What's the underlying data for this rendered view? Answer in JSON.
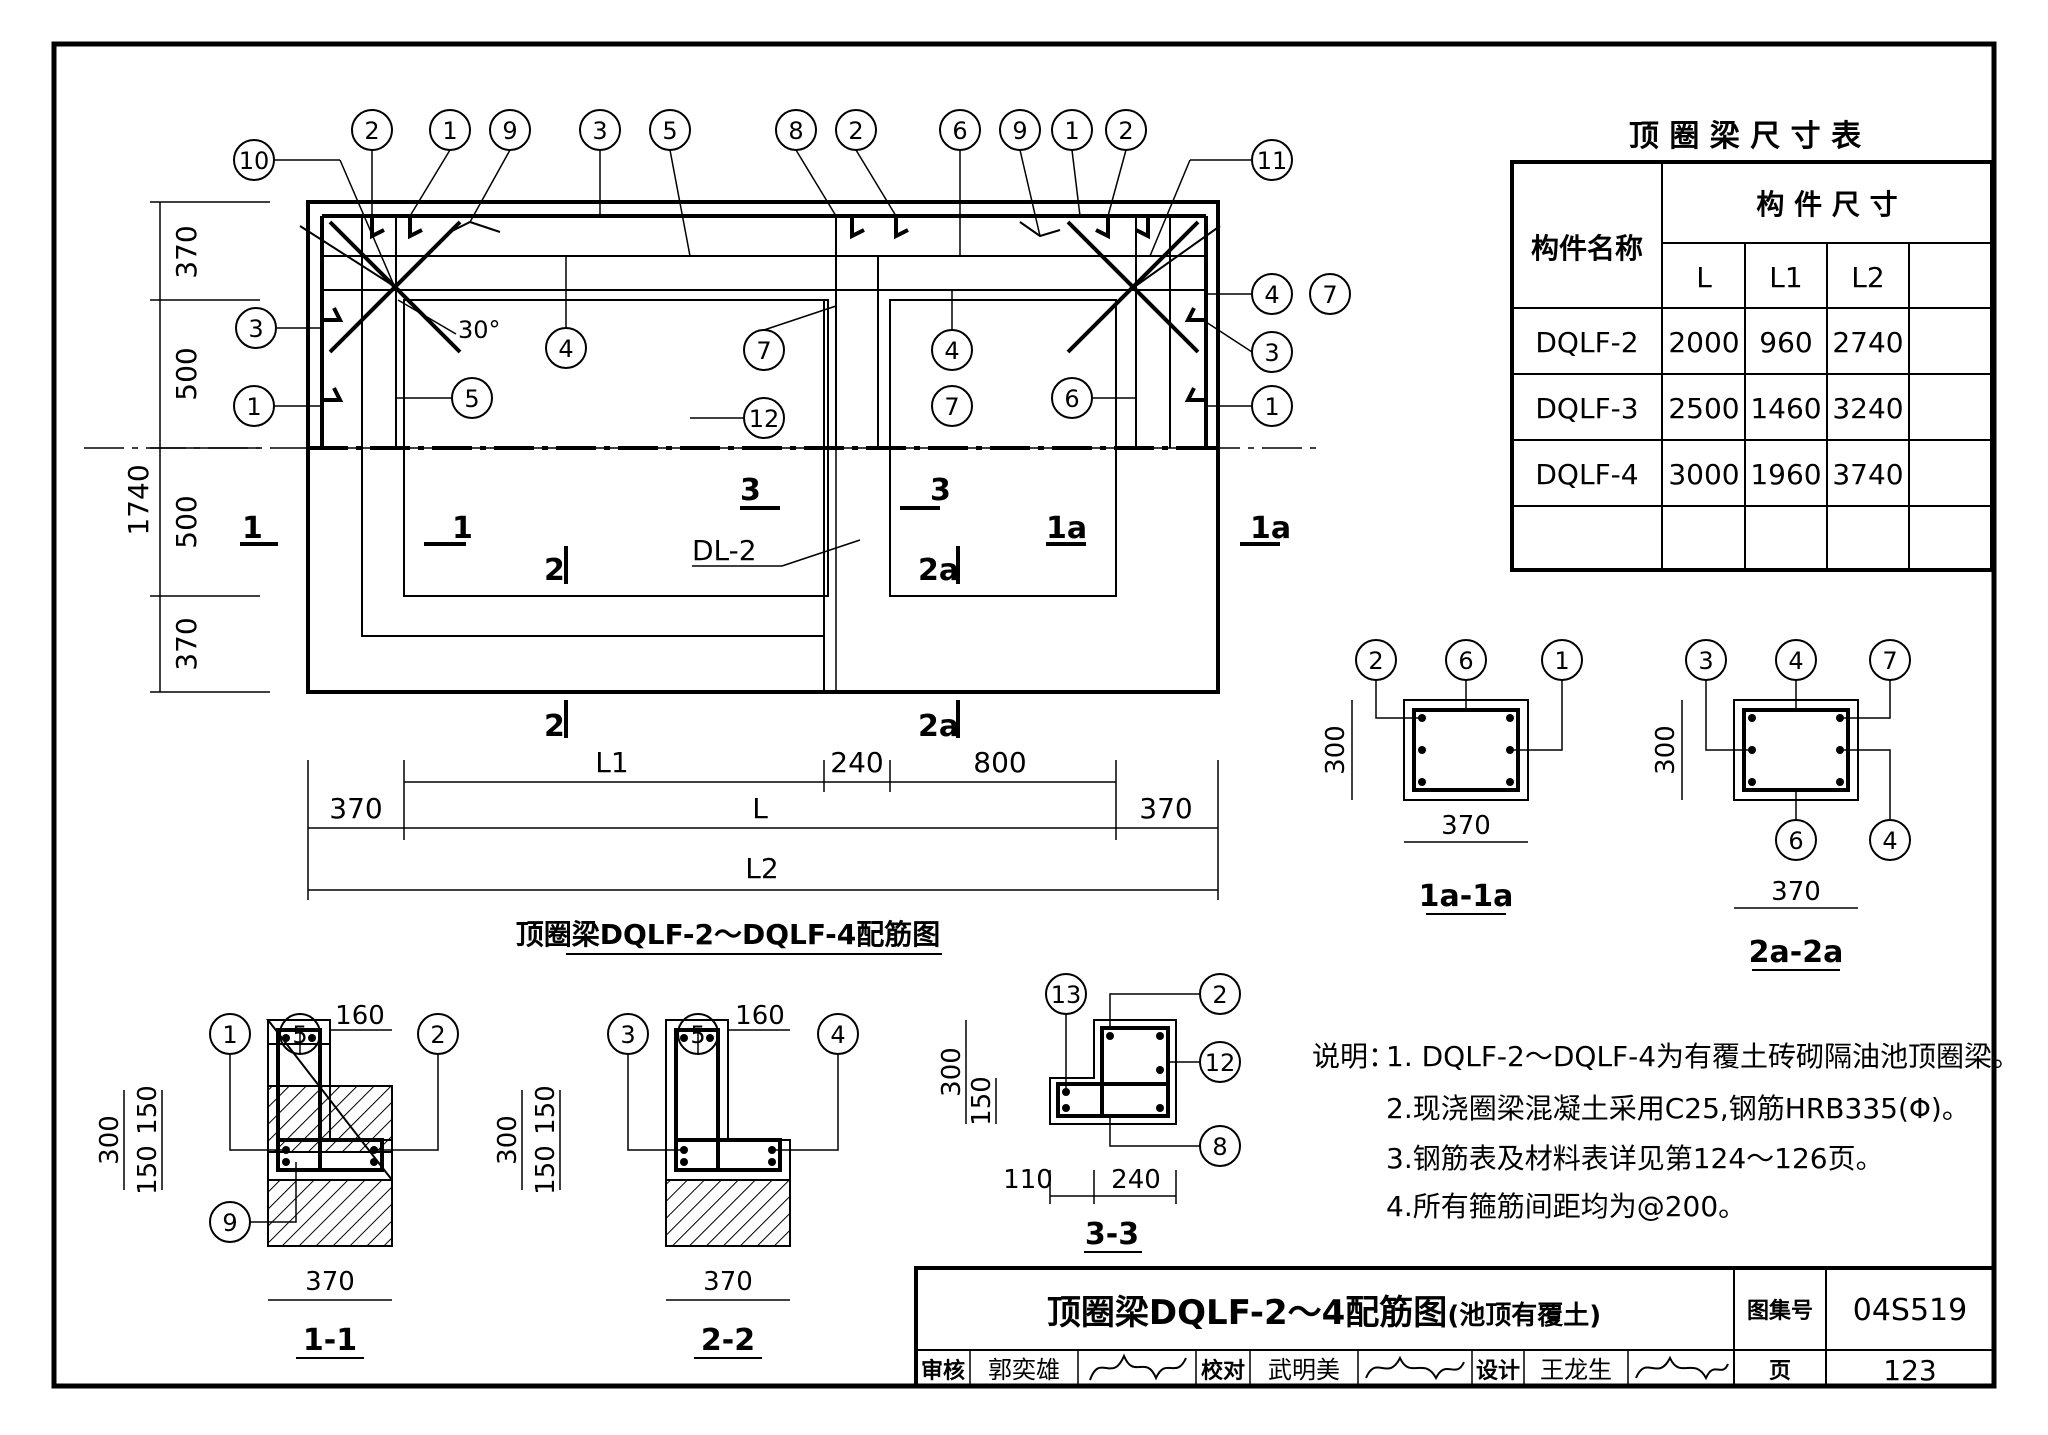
{
  "table": {
    "title": "顶 圈 梁 尺 寸 表",
    "col_name": "构件名称",
    "col_group": "构 件 尺 寸",
    "sub_headers": [
      "L",
      "L1",
      "L2"
    ],
    "rows": [
      {
        "name": "DQLF-2",
        "L": "2000",
        "L1": "960",
        "L2": "2740"
      },
      {
        "name": "DQLF-3",
        "L": "2500",
        "L1": "1460",
        "L2": "3240"
      },
      {
        "name": "DQLF-4",
        "L": "3000",
        "L1": "1960",
        "L2": "3740"
      }
    ]
  },
  "plan": {
    "caption": "顶圈梁DQLF-2～DQLF-4配筋图",
    "left_dims": [
      "370",
      "500",
      "500",
      "370"
    ],
    "total_dim": "1740",
    "angle": "30°",
    "beam_label": "DL-2",
    "bottom_dims": {
      "L1": "L1",
      "d240": "240",
      "d800": "800",
      "end_left": "370",
      "L": "L",
      "end_right": "370",
      "L2": "L2"
    },
    "markers": {
      "m1": "1",
      "m1a": "1a",
      "m2": "2",
      "m2a": "2a",
      "m3": "3"
    },
    "callouts_top": [
      "10",
      "2",
      "1",
      "9",
      "3",
      "5",
      "8",
      "2",
      "6",
      "9",
      "1",
      "2",
      "11"
    ],
    "callouts_inner": [
      "3",
      "1",
      "5",
      "4",
      "7",
      "12",
      "4",
      "7",
      "6",
      "4",
      "7",
      "3",
      "1"
    ]
  },
  "sections": {
    "s1a": {
      "title": "1a-1a",
      "callouts": [
        "2",
        "6",
        "1"
      ],
      "dims": [
        "300",
        "370"
      ]
    },
    "s2a": {
      "title": "2a-2a",
      "callouts": [
        "3",
        "4",
        "7",
        "6",
        "4"
      ],
      "dims": [
        "300",
        "370"
      ]
    },
    "s11": {
      "title": "1-1",
      "callouts": [
        "1",
        "5",
        "2",
        "9"
      ],
      "dims": [
        "160",
        "300",
        "150",
        "150",
        "370"
      ]
    },
    "s22": {
      "title": "2-2",
      "callouts": [
        "3",
        "5",
        "4"
      ],
      "dims": [
        "160",
        "300",
        "150",
        "150",
        "370"
      ]
    },
    "s33": {
      "title": "3-3",
      "callouts": [
        "13",
        "2",
        "12",
        "8"
      ],
      "dims": [
        "300",
        "150",
        "110",
        "240"
      ]
    }
  },
  "notes": {
    "label": "说明：",
    "items": [
      "1. DQLF-2～DQLF-4为有覆土砖砌隔油池顶圈梁。",
      "2.现浇圈梁混凝土采用C25,钢筋HRB335(Φ)。",
      "3.钢筋表及材料表详见第124～126页。",
      "4.所有箍筋间距均为@200。"
    ]
  },
  "titleblock": {
    "title_main": "顶圈梁DQLF-2～4配筋图",
    "title_sub": "(池顶有覆土)",
    "atlas_label": "图集号",
    "atlas_no": "04S519",
    "review_label": "审核",
    "reviewer": "郭奕雄",
    "check_label": "校对",
    "checker": "武明美",
    "design_label": "设计",
    "designer": "王龙生",
    "page_label": "页",
    "page_no": "123"
  }
}
